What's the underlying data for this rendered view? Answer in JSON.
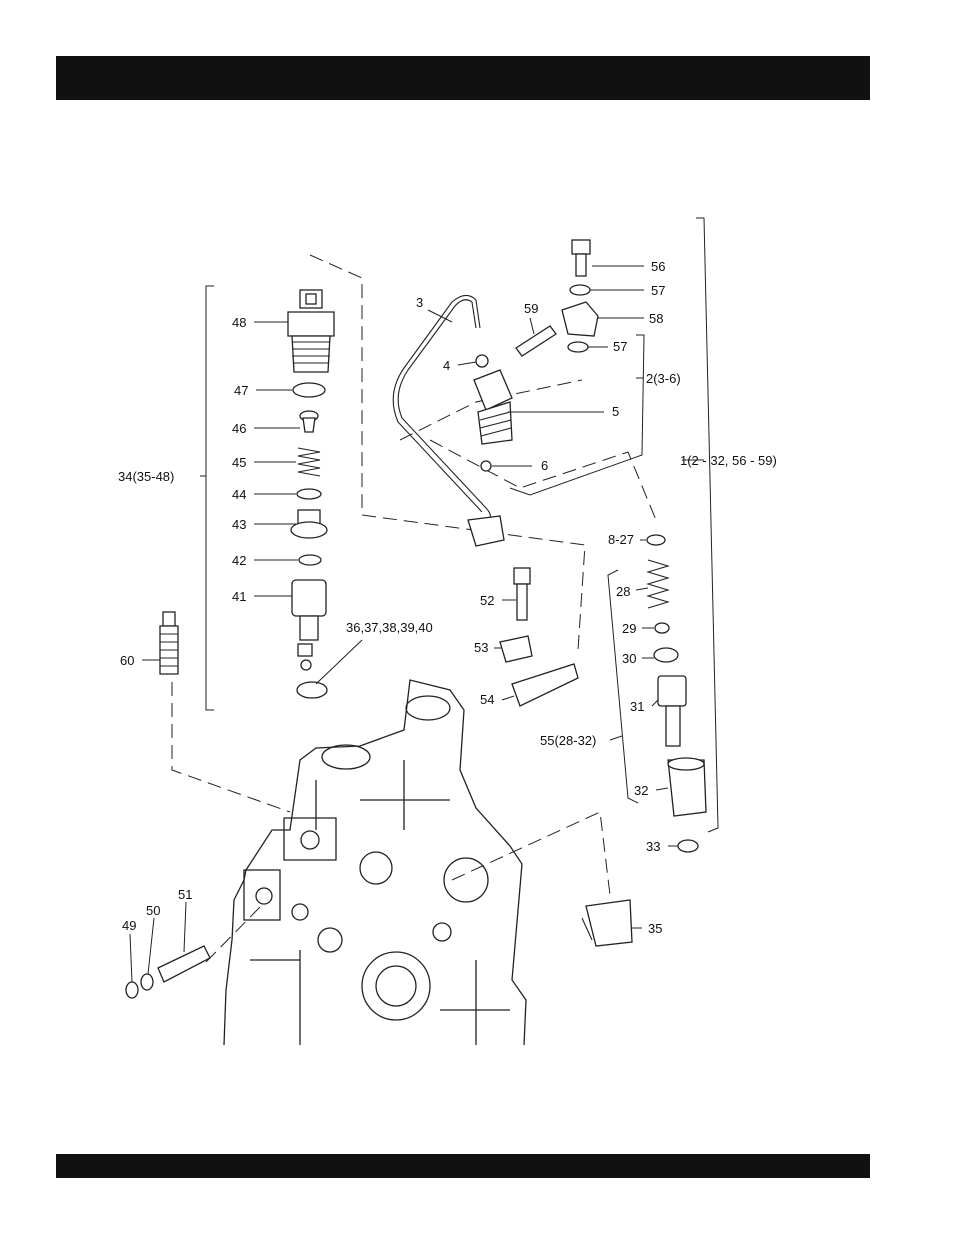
{
  "header_bar": "",
  "footer_bar": "",
  "diagram": {
    "callouts": {
      "c3": "3",
      "c4": "4",
      "c5": "5",
      "c6": "6",
      "c1": "1(2 - 32, 56 - 59)",
      "c2": "2(3-6)",
      "c56": "56",
      "c57a": "57",
      "c57b": "57",
      "c58": "58",
      "c59": "59",
      "c48": "48",
      "c47": "47",
      "c46": "46",
      "c45": "45",
      "c44": "44",
      "c43": "43",
      "c42": "42",
      "c41": "41",
      "c34": "34(35-48)",
      "c36": "36,37,38,39,40",
      "c60": "60",
      "c52": "52",
      "c53": "53",
      "c54": "54",
      "c827": "8-27",
      "c28": "28",
      "c29": "29",
      "c30": "30",
      "c31": "31",
      "c55": "55(28-32)",
      "c32": "32",
      "c33": "33",
      "c35": "35",
      "c49": "49",
      "c50": "50",
      "c51": "51"
    }
  }
}
